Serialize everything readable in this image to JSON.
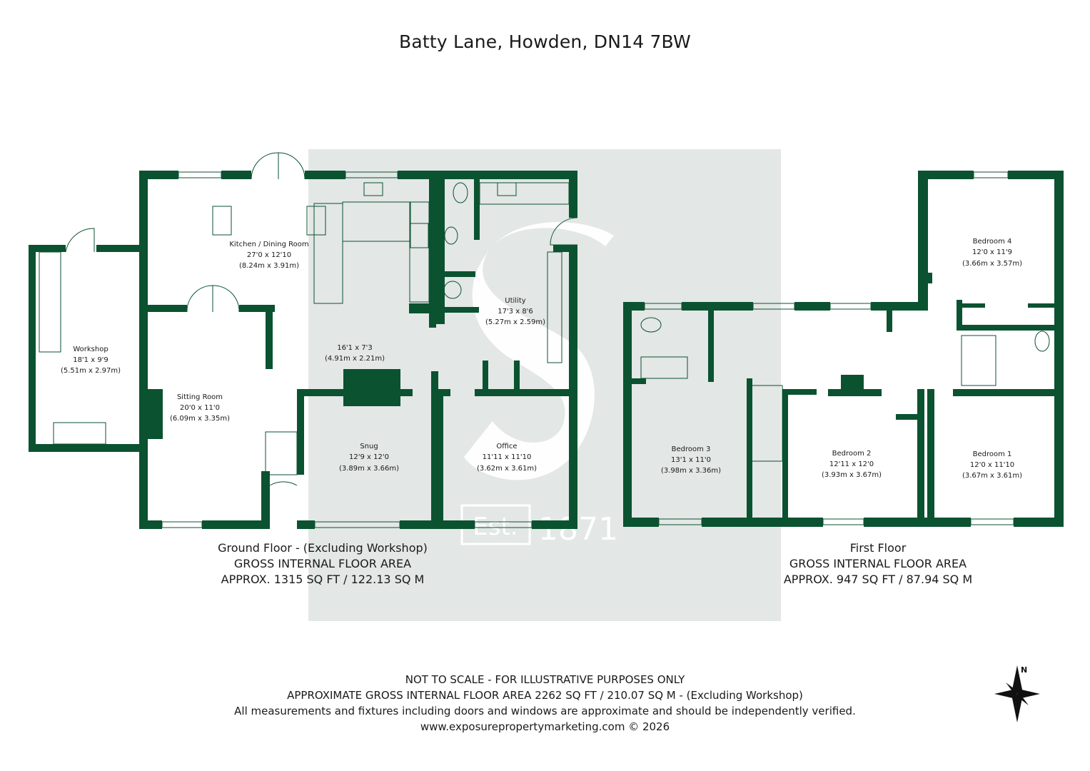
{
  "title": "Batty Lane, Howden, DN14 7BW",
  "colors": {
    "wall": "#0b5231",
    "watermark": "#e3e7e5",
    "watermark_mark": "#ffffff"
  },
  "watermark": {
    "established": "Est.",
    "year": "1871"
  },
  "rooms": {
    "workshop": {
      "name": "Workshop",
      "imperial": "18'1 x 9'9",
      "metric": "(5.51m x 2.97m)"
    },
    "kitchen": {
      "name": "Kitchen / Dining Room",
      "imperial": "27'0 x 12'10",
      "metric": "(8.24m x 3.91m)"
    },
    "hall": {
      "imperial": "16'1 x 7'3",
      "metric": "(4.91m x 2.21m)"
    },
    "utility": {
      "name": "Utility",
      "imperial": "17'3 x 8'6",
      "metric": "(5.27m x 2.59m)"
    },
    "sitting": {
      "name": "Sitting Room",
      "imperial": "20'0 x 11'0",
      "metric": "(6.09m x 3.35m)"
    },
    "snug": {
      "name": "Snug",
      "imperial": "12'9 x 12'0",
      "metric": "(3.89m x 3.66m)"
    },
    "office": {
      "name": "Office",
      "imperial": "11'11 x 11'10",
      "metric": "(3.62m x 3.61m)"
    },
    "bedroom3": {
      "name": "Bedroom 3",
      "imperial": "13'1 x 11'0",
      "metric": "(3.98m x 3.36m)"
    },
    "bedroom2": {
      "name": "Bedroom 2",
      "imperial": "12'11 x 12'0",
      "metric": "(3.93m x 3.67m)"
    },
    "bedroom1": {
      "name": "Bedroom 1",
      "imperial": "12'0 x 11'10",
      "metric": "(3.67m x 3.61m)"
    },
    "bedroom4": {
      "name": "Bedroom 4",
      "imperial": "12'0 x 11'9",
      "metric": "(3.66m x 3.57m)"
    }
  },
  "ground_floor": {
    "line1": "Ground Floor - (Excluding Workshop)",
    "line2": "GROSS INTERNAL FLOOR AREA",
    "line3": "APPROX. 1315 SQ FT / 122.13 SQ M"
  },
  "first_floor": {
    "line1": "First Floor",
    "line2": "GROSS INTERNAL FLOOR AREA",
    "line3": "APPROX. 947 SQ FT / 87.94 SQ M"
  },
  "footer": {
    "line1": "NOT TO SCALE - FOR ILLUSTRATIVE PURPOSES ONLY",
    "line2": "APPROXIMATE GROSS INTERNAL FLOOR AREA 2262 SQ FT / 210.07 SQ M - (Excluding Workshop)",
    "line3": "All measurements and fixtures including doors and windows are approximate and should be independently verified.",
    "line4": "www.exposurepropertymarketing.com © 2026"
  },
  "compass": {
    "north_label": "N"
  }
}
